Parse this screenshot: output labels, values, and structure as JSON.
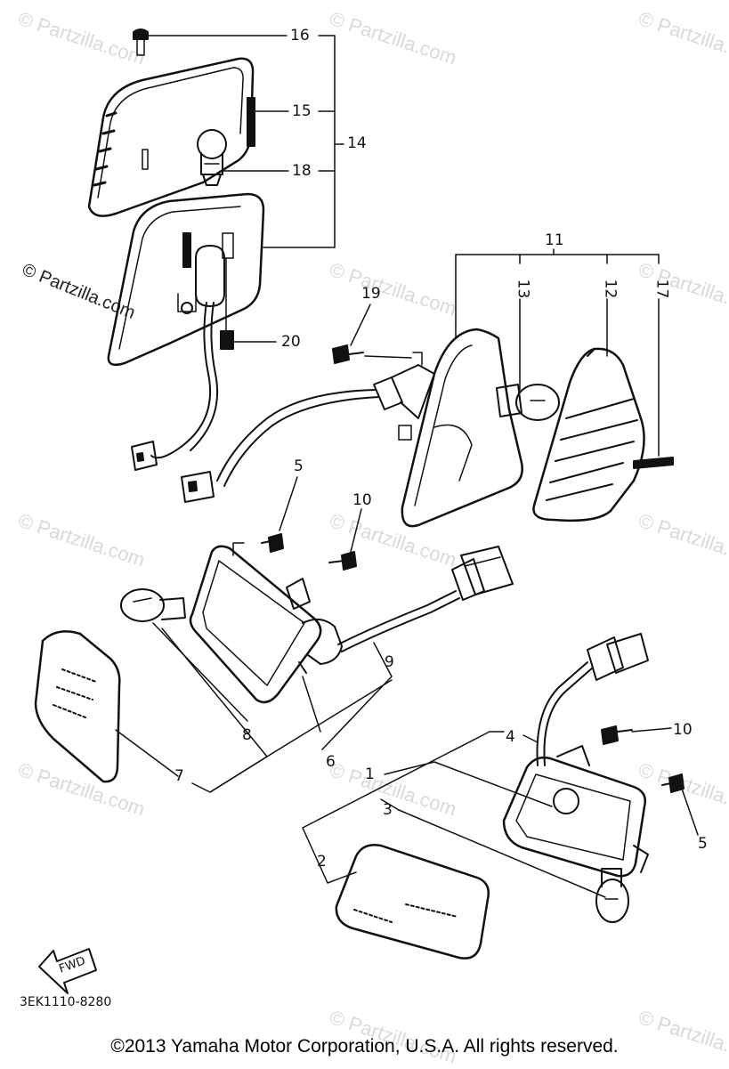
{
  "watermark": "© Partzilla.com",
  "watermark_highlight": "© Partzilla.com",
  "callouts": [
    "1",
    "2",
    "3",
    "4",
    "5",
    "5",
    "6",
    "7",
    "8",
    "9",
    "10",
    "10",
    "11",
    "12",
    "13",
    "14",
    "15",
    "16",
    "17",
    "18",
    "19",
    "20"
  ],
  "fwd_label": "FWD",
  "diagram_code": "3EK1110-8280",
  "copyright": "©2013 Yamaha Motor Corporation, U.S.A. All rights reserved."
}
